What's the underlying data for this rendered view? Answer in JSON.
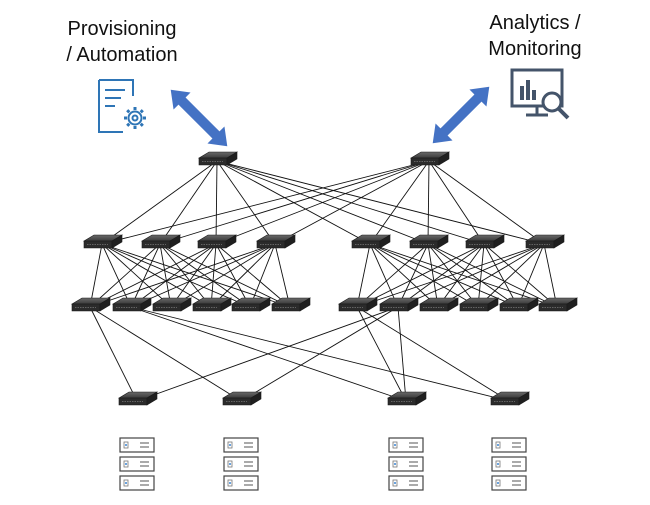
{
  "labels": {
    "provisioning_line1": "Provisioning",
    "provisioning_line2": "/ Automation",
    "analytics_line1": "Analytics /",
    "analytics_line2": "Monitoring"
  },
  "icons": {
    "provisioning": "document-gear-icon",
    "analytics": "dashboard-magnifier-icon"
  },
  "colors": {
    "arrow": "#4472c4",
    "icon": "#2e75b6",
    "analytics_icon": "#44546a",
    "switch": "#2b2b2b",
    "link": "#111111"
  },
  "topology": {
    "spine_switches": 2,
    "leaf_tiers": [
      8,
      12
    ],
    "access_switches": 4,
    "servers_per_rack": 3
  }
}
